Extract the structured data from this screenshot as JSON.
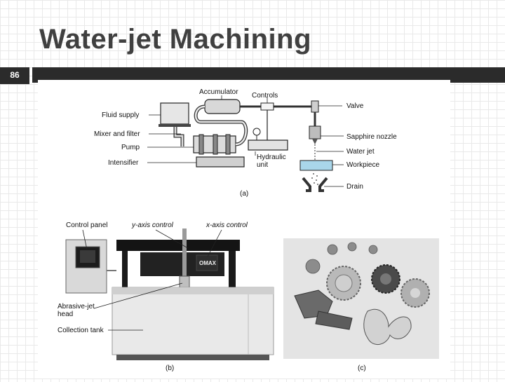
{
  "slide": {
    "title": "Water-jet Machining",
    "number": "86"
  },
  "figure_a": {
    "caption": "(a)",
    "labels": {
      "accumulator": "Accumulator",
      "controls": "Controls",
      "fluid_supply": "Fluid supply",
      "mixer_filter": "Mixer and filter",
      "pump": "Pump",
      "intensifier": "Intensifier",
      "hydraulic_unit_1": "Hydraulic",
      "hydraulic_unit_2": "unit",
      "valve": "Valve",
      "sapphire_nozzle": "Sapphire nozzle",
      "water_jet": "Water jet",
      "workpiece": "Workpiece",
      "drain": "Drain"
    }
  },
  "figure_b": {
    "caption": "(b)",
    "labels": {
      "control_panel": "Control panel",
      "y_axis": "y-axis control",
      "x_axis": "x-axis control",
      "abrasive_head_1": "Abrasive-jet",
      "abrasive_head_2": "head",
      "collection_tank": "Collection tank"
    },
    "brand": "OMAX"
  },
  "figure_c": {
    "caption": "(c)"
  }
}
